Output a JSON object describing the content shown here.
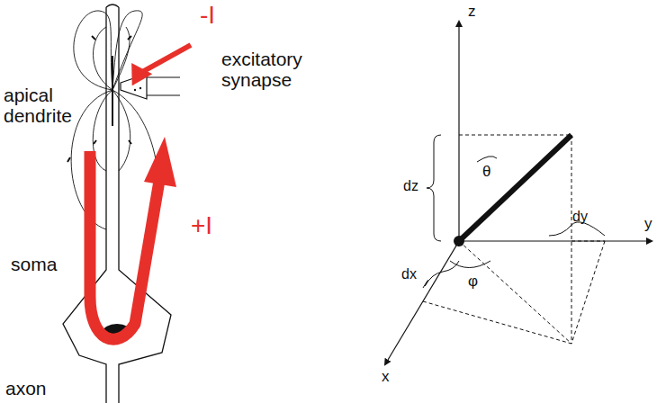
{
  "diagram": {
    "labels": [
      "-I",
      "excitatory synapse",
      "apical dendrite",
      "+I",
      "soma",
      "axon",
      "z",
      "dz",
      "θ",
      "dy",
      "y",
      "dx",
      "φ",
      "x"
    ]
  }
}
